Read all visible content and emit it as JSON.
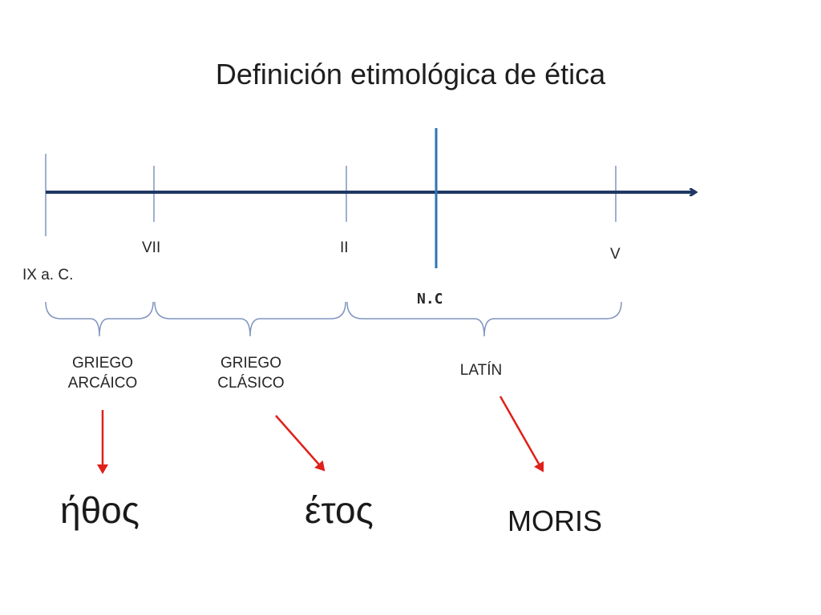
{
  "title": "Definición etimológica de ética",
  "timeline": {
    "markers": {
      "ix": "IX a. C.",
      "vii": "VII",
      "ii": "II",
      "nc": "N.C",
      "v": "V"
    }
  },
  "periods": [
    {
      "line1": "GRIEGO",
      "line2": "ARCÁICO"
    },
    {
      "line1": "GRIEGO",
      "line2": "CLÁSICO"
    },
    {
      "line1": "LATÍN",
      "line2": ""
    }
  ],
  "words": {
    "ethos_archaic": "ήθος",
    "etos_classic": "έτος",
    "moris": "MORIS"
  },
  "colors": {
    "axis": "#1f3864",
    "tick": "#7f95bf",
    "nc_line": "#2e75b6",
    "brace": "#7f95bf",
    "arrow": "#e0201b"
  }
}
